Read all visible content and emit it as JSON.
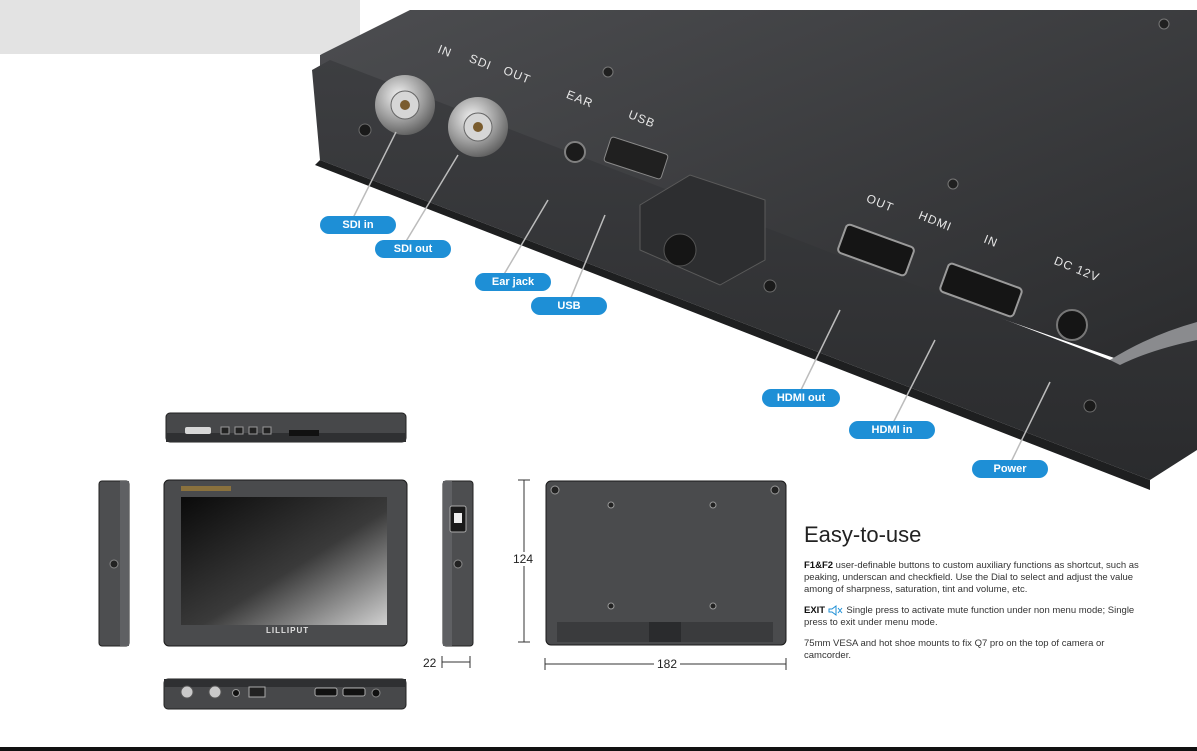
{
  "callouts": {
    "sdi_in": "SDI in",
    "sdi_out": "SDI out",
    "ear_jack": "Ear jack",
    "usb": "USB",
    "hdmi_out": "HDMI out",
    "hdmi_in": "HDMI in",
    "power": "Power"
  },
  "panel_labels": {
    "in": "IN",
    "sdi": "SDI",
    "out": "OUT",
    "ear": "EAR",
    "usb": "USB",
    "hdmi_out": "OUT",
    "hdmi": "HDMI",
    "hdmi_in": "IN",
    "dc": "DC 12V"
  },
  "device_brand": "LILLIPUT",
  "dimensions": {
    "height": "124",
    "width": "182",
    "depth": "22"
  },
  "description": {
    "title": "Easy-to-use",
    "f1f2_label": "F1&F2",
    "f1f2_text": " user-definable buttons to custom auxiliary functions as shortcut, such as peaking, underscan and checkfield. Use the Dial to select and adjust the value among of sharpness, saturation, tint and volume, etc.",
    "exit_label": "EXIT",
    "exit_text": " Single press to activate mute function under non menu mode; Single press to exit under menu mode.",
    "mount_text": "75mm VESA and hot shoe mounts to fix Q7 pro on the top of camera or camcorder."
  },
  "colors": {
    "callout_blue": "#1e8fd6",
    "device_gray": "#3a3b3d"
  }
}
